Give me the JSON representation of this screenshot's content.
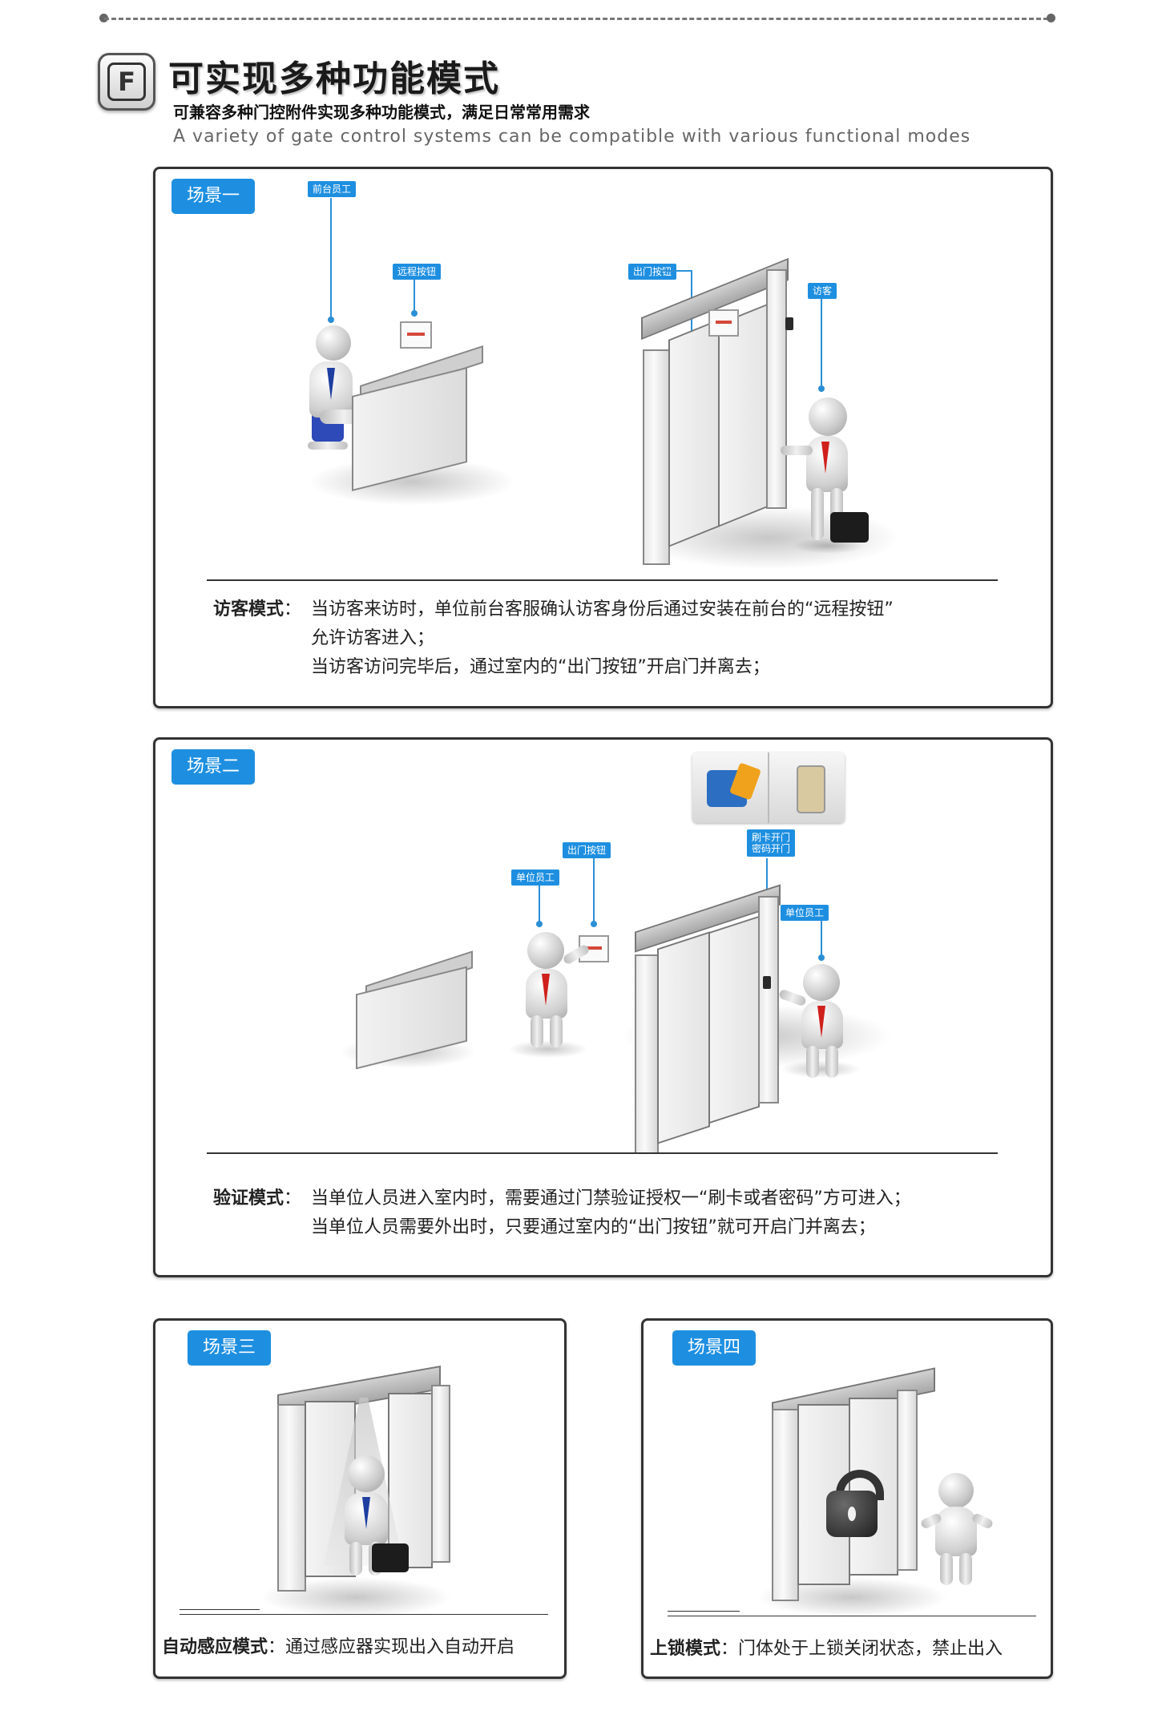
{
  "header": {
    "badge_letter": "F",
    "title": "可实现多种功能模式",
    "subtitle": "可兼容多种门控附件实现多种功能模式，满足日常常用需求",
    "subtitle_en": "A variety of gate control systems can be compatible with various functional modes"
  },
  "scene1": {
    "tag": "场景一",
    "labels": {
      "front_staff": "前台员工",
      "remote_button": "远程按钮",
      "exit_button": "出门按钮",
      "visitor": "访客"
    },
    "mode_title": "访客模式",
    "lines": [
      "当访客来访时，单位前台客服确认访客身份后通过安装在前台的“远程按钮”",
      "允许访客进入；",
      "当访客访问完毕后，通过室内的“出门按钮”开启门并离去；"
    ]
  },
  "scene2": {
    "tag": "场景二",
    "labels": {
      "staff_left": "单位员工",
      "exit_button": "出门按钮",
      "card_password_line1": "刷卡开门",
      "card_password_line2": "密码开门",
      "staff_right": "单位员工"
    },
    "mode_title": "验证模式",
    "lines": [
      "当单位人员进入室内时，需要通过门禁验证授权一“刷卡或者密码”方可进入；",
      "当单位人员需要外出时，只要通过室内的“出门按钮”就可开启门并离去；"
    ]
  },
  "scene3": {
    "tag": "场景三",
    "mode_title": "自动感应模式",
    "line": "通过感应器实现出入自动开启"
  },
  "scene4": {
    "tag": "场景四",
    "mode_title": "上锁模式",
    "line": "门体处于上锁关闭状态，禁止出入"
  },
  "colors": {
    "accent": "#1e8fe0",
    "border": "#333333",
    "tie_red": "#d0201c"
  }
}
